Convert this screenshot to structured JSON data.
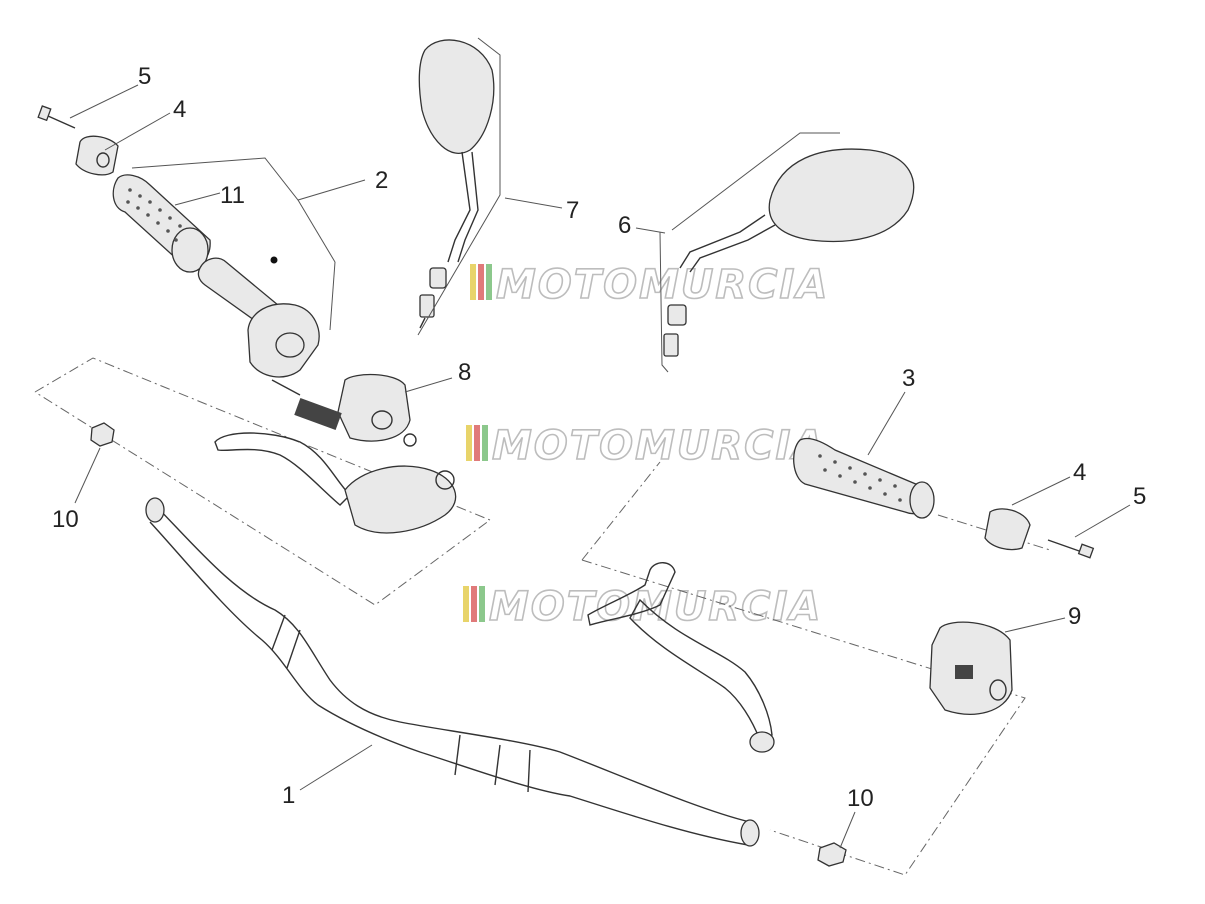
{
  "diagram": {
    "callouts": {
      "c1": "1",
      "c2": "2",
      "c3": "3",
      "c4a": "4",
      "c4b": "4",
      "c5a": "5",
      "c5b": "5",
      "c6": "6",
      "c7": "7",
      "c8": "8",
      "c9": "9",
      "c10a": "10",
      "c10b": "10",
      "c11": "11"
    },
    "watermark": {
      "text": "MOTOMURCIA",
      "colors": [
        "#e8d46a",
        "#e07a7a",
        "#8cc88c"
      ]
    }
  }
}
